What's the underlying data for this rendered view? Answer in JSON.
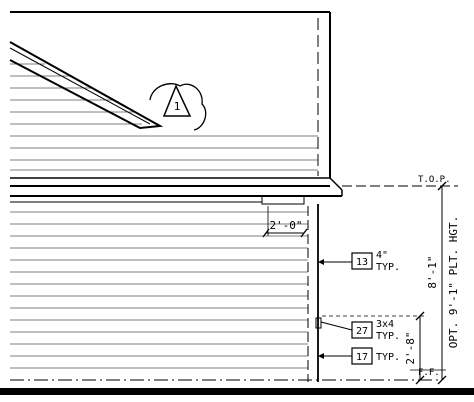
{
  "drawing": {
    "labels": {
      "top_of_plate": "T.O.P.",
      "finish_floor": "F.F.",
      "dim_2_0": "2'-0\"",
      "dim_8_1": "8'-1\"",
      "opt_plate_height": "OPT. 9'-1\" PLT. HGT.",
      "dim_2_8": "2'-8\""
    },
    "tags": [
      {
        "number": "1",
        "shape": "triangle"
      },
      {
        "number": "13",
        "note_line1": "4\"",
        "note_line2": "TYP."
      },
      {
        "number": "27",
        "note_line1": "3x4",
        "note_line2": "TYP."
      },
      {
        "number": "17",
        "note_line1": "TYP.",
        "note_line2": ""
      }
    ],
    "colors": {
      "line": "#000000",
      "background": "#ffffff"
    }
  }
}
